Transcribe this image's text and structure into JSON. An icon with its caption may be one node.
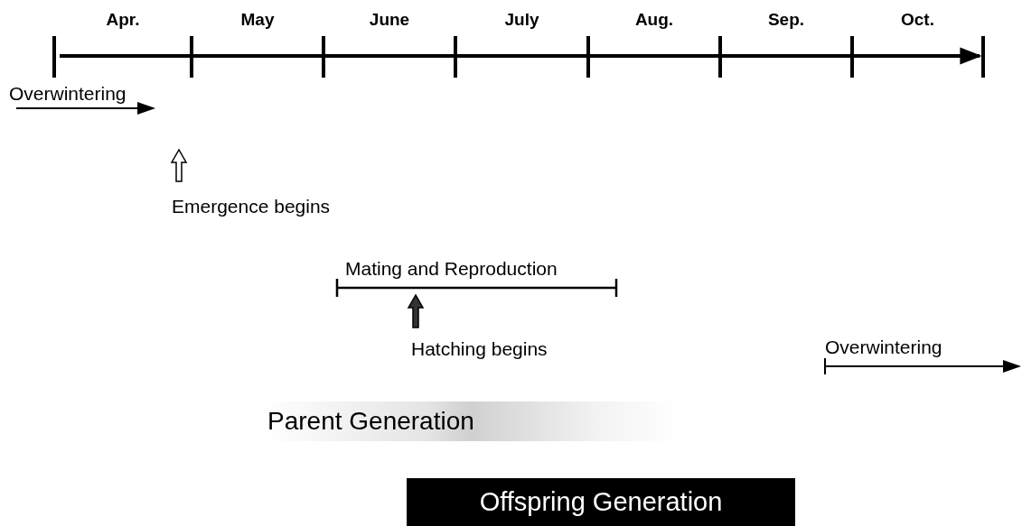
{
  "diagram": {
    "nodes": [
      {
        "text": [
          "Parent Generation"
        ]
      },
      {
        "text": [
          "Offspring Generation"
        ]
      }
    ],
    "labels": [
      "Apr.",
      "May",
      "June",
      "July",
      "Aug.",
      "Sep.",
      "Oct.",
      "Overwintering",
      "Emergence begins",
      "Mating and Reproduction",
      "Hatching begins",
      "Overwintering"
    ]
  }
}
